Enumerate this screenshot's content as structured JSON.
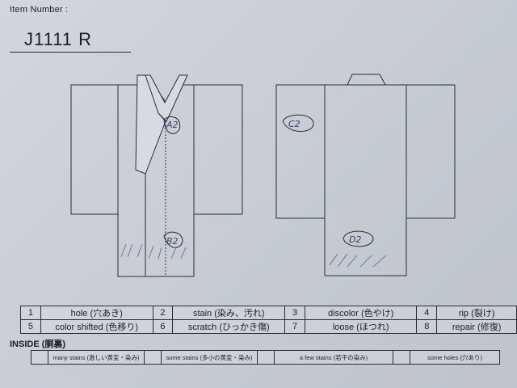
{
  "header": {
    "item_label": "Item Number :",
    "item_number": "J1111   R"
  },
  "diagram": {
    "front_marks": [
      "A2",
      "B2"
    ],
    "back_marks": [
      "C2",
      "D2"
    ]
  },
  "defects": [
    {
      "num": "1",
      "label": "hole (穴あき)"
    },
    {
      "num": "2",
      "label": "stain (染み、汚れ)"
    },
    {
      "num": "3",
      "label": "discolor (色やけ)"
    },
    {
      "num": "4",
      "label": "rip (裂け)"
    },
    {
      "num": "5",
      "label": "color shifted (色移り)"
    },
    {
      "num": "6",
      "label": "scratch (ひっかき傷)"
    },
    {
      "num": "7",
      "label": "loose (ほつれ)"
    },
    {
      "num": "8",
      "label": "repair (修復)"
    }
  ],
  "inside": {
    "label": "INSIDE (胴裏)",
    "items": [
      "many stains (激しい黄変・染み)",
      "some stains (多小の黄変・染み)",
      "a few stains (若干の染み)",
      "some holes (穴あり)"
    ]
  }
}
